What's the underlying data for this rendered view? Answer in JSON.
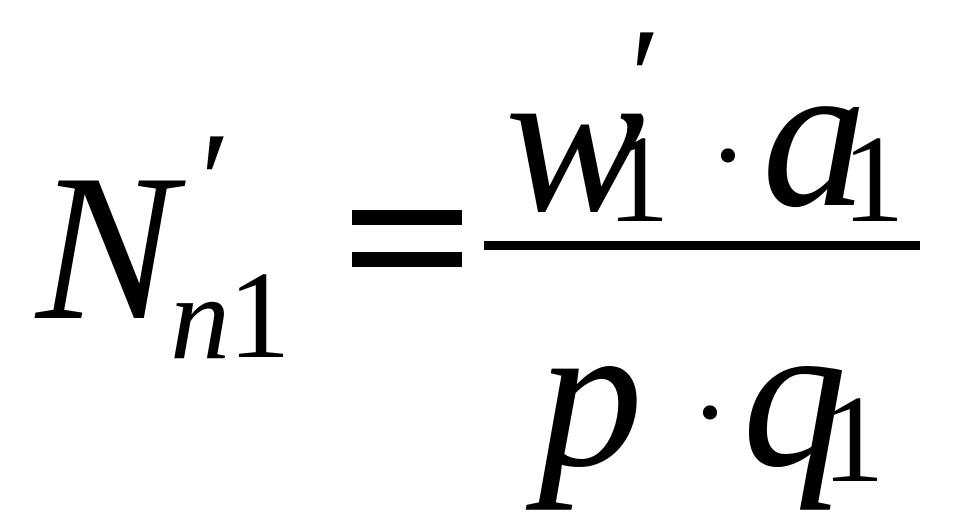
{
  "formula": {
    "lhs": {
      "symbol": "N",
      "prime": "′",
      "subscript_var": "n",
      "subscript_num": "1"
    },
    "equals": "=",
    "numerator": {
      "w": "w",
      "w_prime": "′",
      "w_sub": "1",
      "dot": "·",
      "a": "a",
      "a_sub": "1"
    },
    "denominator": {
      "p": "p",
      "dot": "·",
      "q": "q",
      "q_sub": "1"
    }
  }
}
